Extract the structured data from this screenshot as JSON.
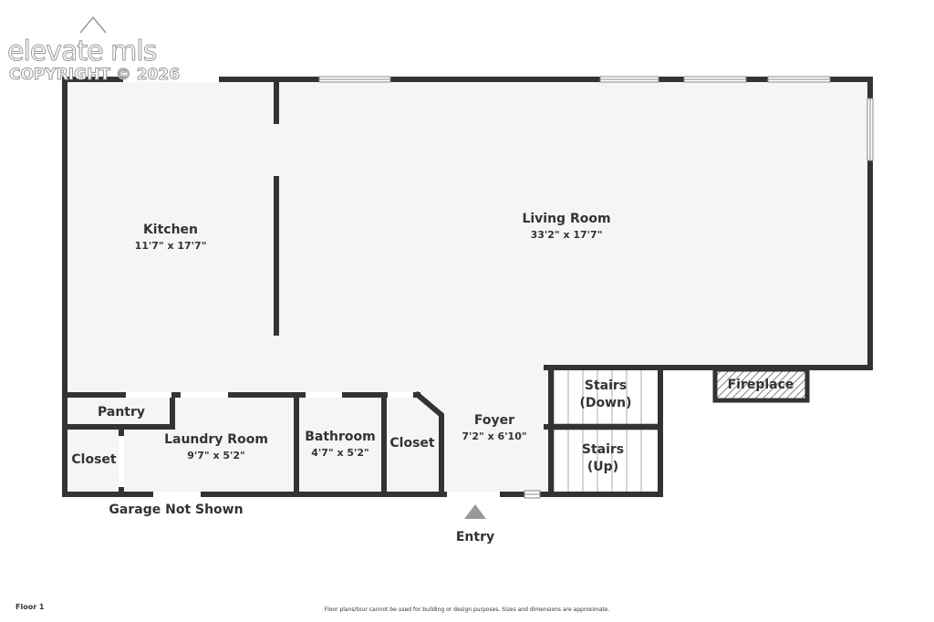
{
  "watermark": {
    "brand": "elevate mls",
    "copyright": "COPYRIGHT © 2026"
  },
  "rooms": {
    "kitchen": {
      "name": "Kitchen",
      "dims": "11'7\" x 17'7\""
    },
    "living_room": {
      "name": "Living Room",
      "dims": "33'2\" x 17'7\""
    },
    "pantry": {
      "name": "Pantry"
    },
    "closet_left": {
      "name": "Closet"
    },
    "laundry_room": {
      "name": "Laundry Room",
      "dims": "9'7\" x 5'2\""
    },
    "bathroom": {
      "name": "Bathroom",
      "dims": "4'7\" x 5'2\""
    },
    "closet_right": {
      "name": "Closet"
    },
    "foyer": {
      "name": "Foyer",
      "dims": "7'2\" x 6'10\""
    },
    "stairs_down": {
      "name_line1": "Stairs",
      "name_line2": "(Down)"
    },
    "stairs_up": {
      "name_line1": "Stairs",
      "name_line2": "(Up)"
    },
    "fireplace": {
      "name": "Fireplace"
    }
  },
  "labels": {
    "garage": "Garage Not Shown",
    "entry": "Entry",
    "floor": "Floor 1",
    "disclaimer": "Floor plans/tour cannot be used for building or design purposes. Sizes and dimensions are approximate."
  },
  "colors": {
    "wall": "#333333",
    "floor_fill": "#f5f5f5",
    "window": "#ffffff"
  }
}
